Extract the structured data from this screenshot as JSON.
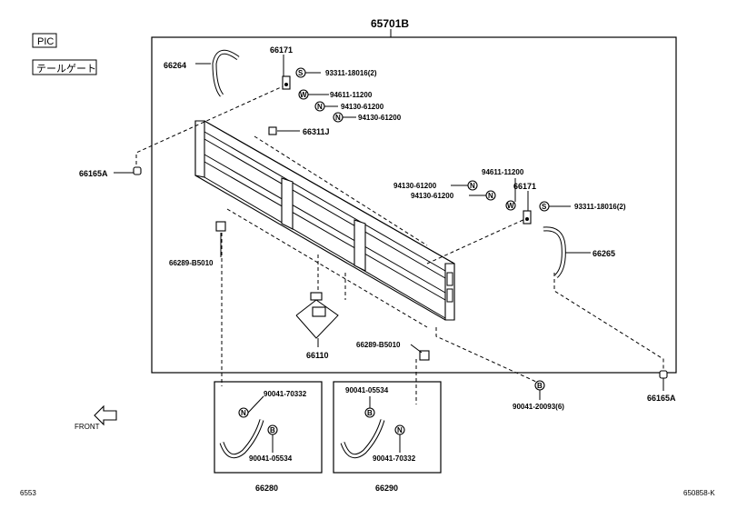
{
  "header": {
    "pic_tag": "PIC",
    "section_tag": "テールゲート"
  },
  "footer": {
    "left_code": "6553",
    "right_code": "650858-K"
  },
  "front_label": "FRONT",
  "main_assembly": "65701B",
  "labels": {
    "hinge_pin_left": "66171",
    "hinge_pin_right": "66171",
    "chain_left": "66264",
    "chain_right": "66265",
    "hook_left": "66165A",
    "hook_right": "66165A",
    "bolt_top_left": "93311-18016(2)",
    "bolt_top_right": "93311-18016(2)",
    "washer_left": "94611-11200",
    "washer_right": "94611-11200",
    "nut_left_a": "94130-61200",
    "nut_left_b": "94130-61200",
    "nut_right_a": "94130-61200",
    "nut_right_b": "94130-61200",
    "bracket_top": "66311J",
    "clip_left": "66289-B5010",
    "clip_right": "66289-B5010",
    "latch": "66110",
    "screw_bottom": "90041-20093(6)",
    "detail_left_top": "90041-70332",
    "detail_left_bottom": "90041-05534",
    "detail_left_part": "66280",
    "detail_right_top": "90041-05534",
    "detail_right_bottom": "90041-70332",
    "detail_right_part": "66290"
  },
  "markers": {
    "s": "S",
    "w": "W",
    "n": "N",
    "b": "B"
  }
}
